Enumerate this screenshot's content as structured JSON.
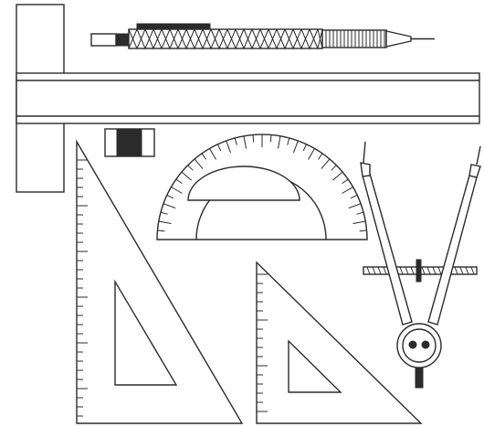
{
  "figure": {
    "subject": "",
    "colors": {
      "ink": "#2b2b2b",
      "paper": "#ffffff",
      "knurl_fill": "#e8e8e8"
    },
    "items": [
      {
        "id": "mechanical-pencil"
      },
      {
        "id": "t-square"
      },
      {
        "id": "eraser"
      },
      {
        "id": "protractor"
      },
      {
        "id": "triangle-30-60"
      },
      {
        "id": "triangle-45"
      },
      {
        "id": "drafting-compass"
      }
    ]
  }
}
